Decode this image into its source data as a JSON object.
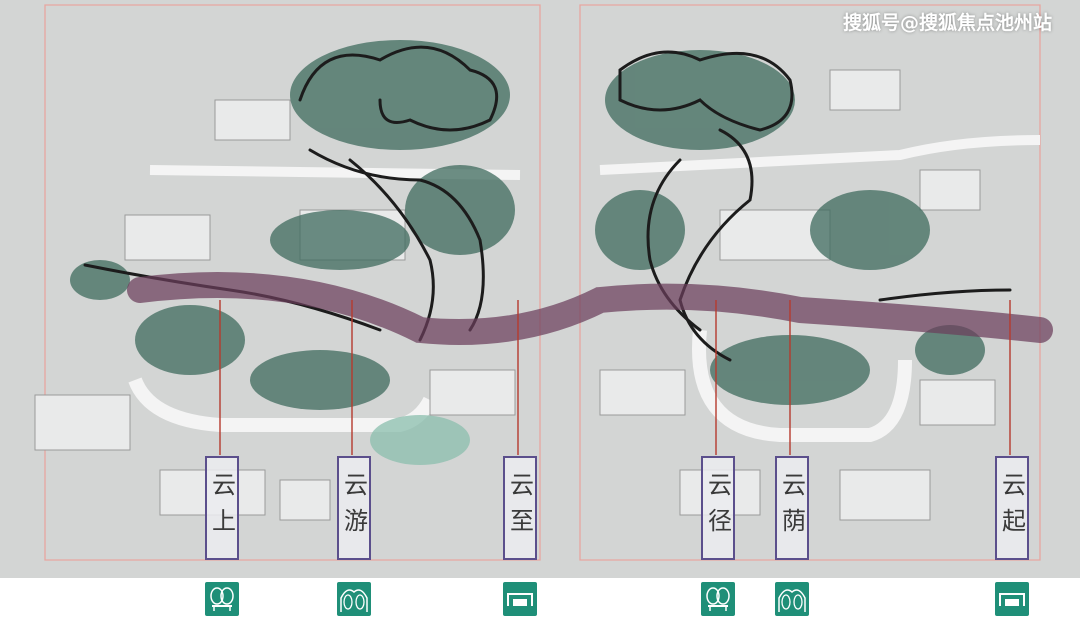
{
  "watermark": "搜狐号@搜狐焦点池州站",
  "zones": [
    {
      "id": "yun-shang",
      "label": "云上",
      "icon": "tree-bench-icon"
    },
    {
      "id": "yun-you",
      "label": "云游",
      "icon": "arch-trees-icon"
    },
    {
      "id": "yun-zhi",
      "label": "云至",
      "icon": "gate-icon"
    },
    {
      "id": "yun-jing",
      "label": "云径",
      "icon": "tree-bench-icon"
    },
    {
      "id": "yun-yin",
      "label": "云荫",
      "icon": "arch-trees-icon"
    },
    {
      "id": "yun-qi",
      "label": "云起",
      "icon": "gate-icon"
    }
  ],
  "colors": {
    "plan_background": "#d3d5d4",
    "tree_canopy": "#3f6b5e",
    "purple_path": "#6b3e5c",
    "label_border": "#5b4f8c",
    "legend_icon": "#1f8f78",
    "red_marker": "#b63a2e"
  }
}
